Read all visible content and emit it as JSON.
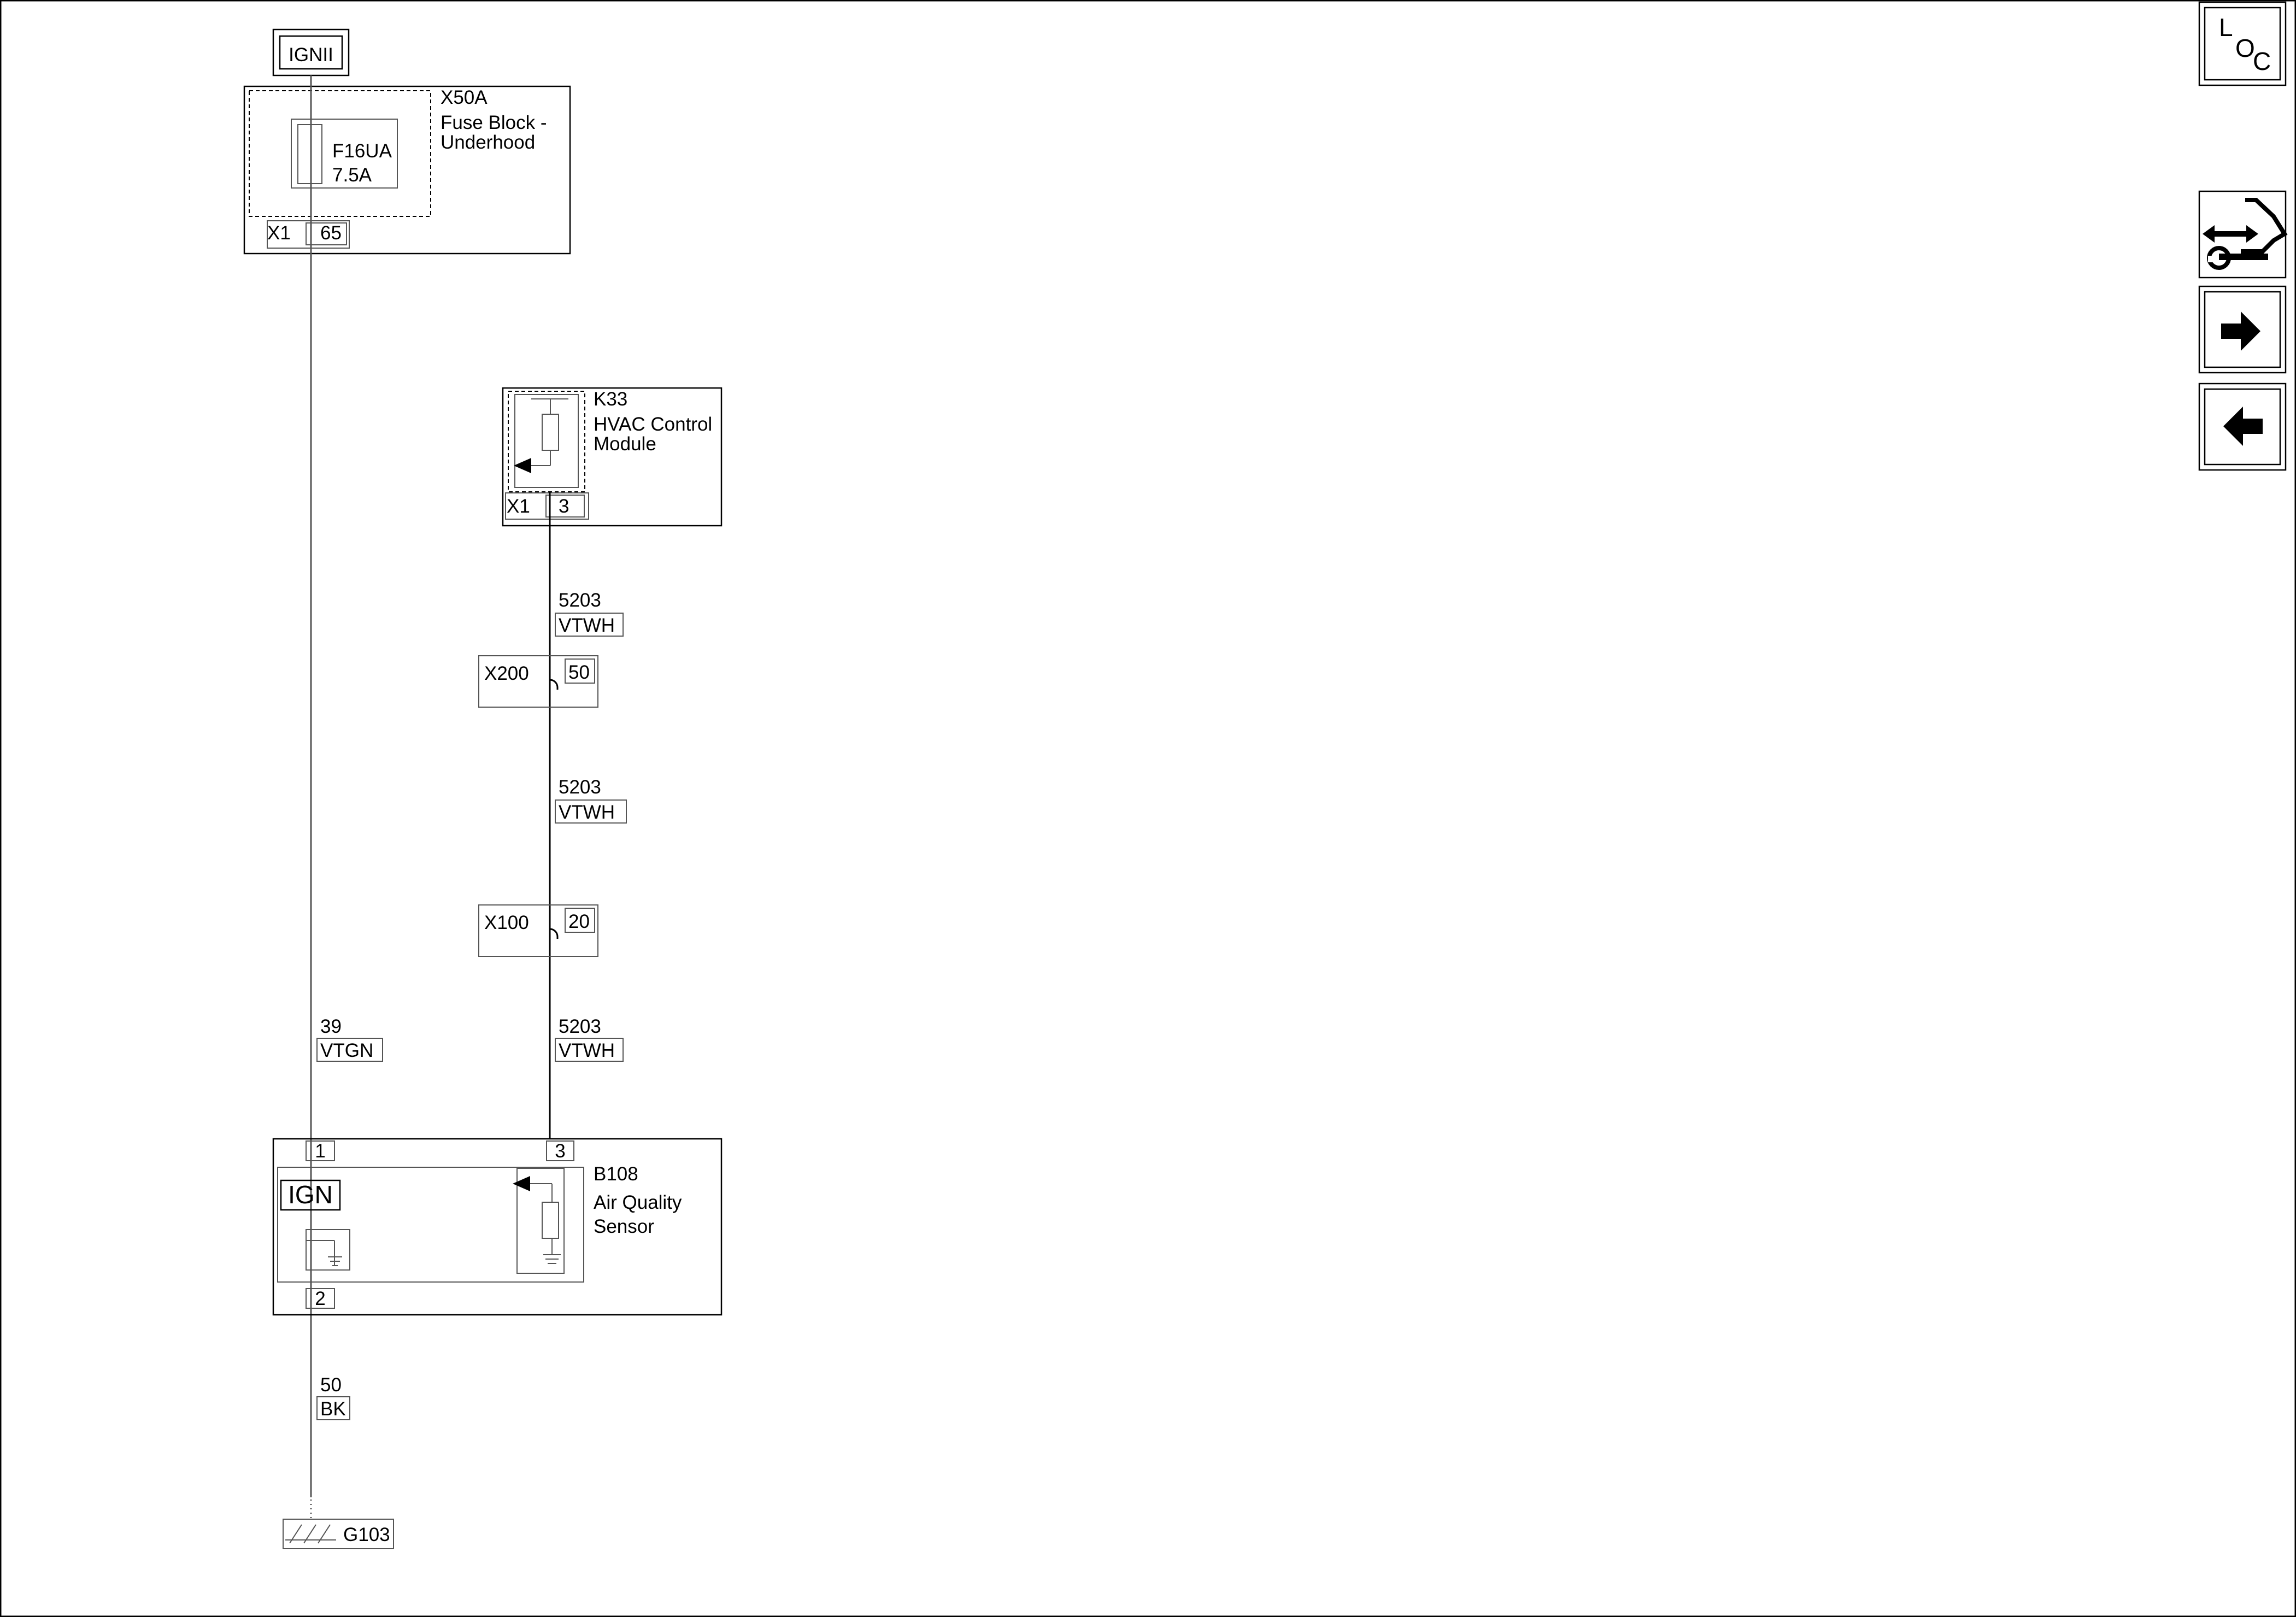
{
  "power": {
    "label": "IGNII"
  },
  "fuse_block": {
    "id": "X50A",
    "name_line1": "Fuse Block -",
    "name_line2": "Underhood",
    "fuse_id": "F16UA",
    "fuse_rating": "7.5A",
    "connector": "X1",
    "pin": "65"
  },
  "hvac_module": {
    "id": "K33",
    "name_line1": "HVAC Control",
    "name_line2": "Module",
    "connector": "X1",
    "pin": "3"
  },
  "wire_segments": [
    {
      "circuit": "5203",
      "color": "VTWH"
    },
    {
      "circuit": "5203",
      "color": "VTWH"
    },
    {
      "circuit": "5203",
      "color": "VTWH"
    }
  ],
  "inline_connectors": [
    {
      "id": "X200",
      "pin": "50"
    },
    {
      "id": "X100",
      "pin": "20"
    }
  ],
  "ignition_wire": {
    "circuit": "39",
    "color": "VTGN"
  },
  "sensor": {
    "id": "B108",
    "name_line1": "Air Quality",
    "name_line2": "Sensor",
    "pin_ign": "1",
    "pin_signal": "3",
    "pin_ground": "2",
    "ign_label": "IGN"
  },
  "ground_wire": {
    "circuit": "50",
    "color": "BK"
  },
  "ground": {
    "id": "G103"
  },
  "nav": {
    "loc_l": "L",
    "loc_o": "O",
    "loc_c": "C",
    "icons": [
      "location-icon",
      "connector-tools-icon",
      "next-arrow-icon",
      "previous-arrow-icon"
    ]
  }
}
